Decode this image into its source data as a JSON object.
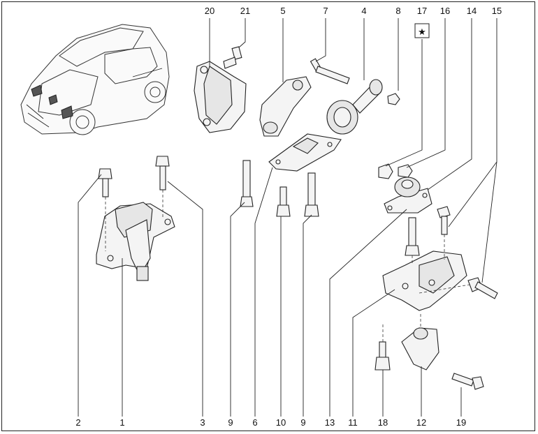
{
  "callouts_top": [
    "20",
    "21",
    "5",
    "7",
    "4",
    "8",
    "17",
    "16",
    "14",
    "15"
  ],
  "callouts_bottom": [
    "2",
    "1",
    "3",
    "9",
    "6",
    "10",
    "9",
    "13",
    "11",
    "18",
    "12",
    "19"
  ],
  "star_symbol": "★",
  "colors": {
    "line": "#222222",
    "part_fill": "#f4f4f4",
    "part_shade": "#e6e6e6",
    "dark_part": "#555555"
  }
}
